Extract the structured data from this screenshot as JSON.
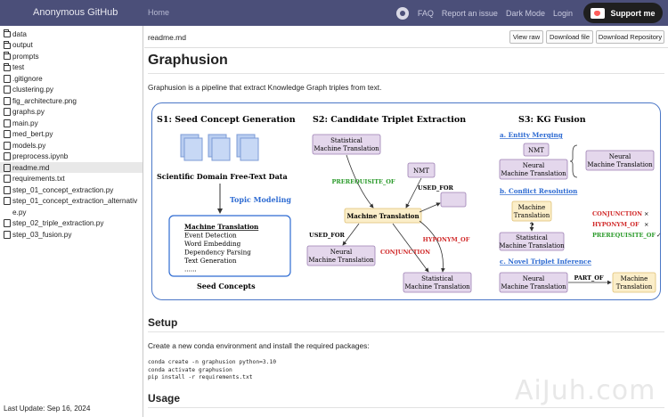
{
  "navbar": {
    "brand": "Anonymous GitHub",
    "home": "Home",
    "links": [
      "FAQ",
      "Report an issue",
      "Dark Mode",
      "Login"
    ],
    "support_label": "Support me"
  },
  "sidebar": {
    "items": [
      {
        "type": "folder",
        "label": "data"
      },
      {
        "type": "folder",
        "label": "output"
      },
      {
        "type": "folder",
        "label": "prompts"
      },
      {
        "type": "folder",
        "label": "test"
      },
      {
        "type": "file",
        "label": ".gitignore"
      },
      {
        "type": "file",
        "label": "clustering.py"
      },
      {
        "type": "file",
        "label": "fig_architecture.png"
      },
      {
        "type": "file",
        "label": "graphs.py"
      },
      {
        "type": "file",
        "label": "main.py"
      },
      {
        "type": "file",
        "label": "med_bert.py"
      },
      {
        "type": "file",
        "label": "models.py"
      },
      {
        "type": "file",
        "label": "preprocess.ipynb"
      },
      {
        "type": "file",
        "label": "readme.md",
        "active": true
      },
      {
        "type": "file",
        "label": "requirements.txt"
      },
      {
        "type": "file",
        "label": "step_01_concept_extraction.py"
      },
      {
        "type": "file",
        "label": "step_01_concept_extraction_alternativ"
      },
      {
        "type": "none",
        "label": "e.py"
      },
      {
        "type": "file",
        "label": "step_02_triple_extraction.py"
      },
      {
        "type": "file",
        "label": "step_03_fusion.py"
      }
    ],
    "last_update": "Last Update: Sep 16, 2024"
  },
  "toolbar": {
    "filename": "readme.md",
    "view_raw": "View raw",
    "download_file": "Download file",
    "download_repo": "Download Repository"
  },
  "content": {
    "title": "Graphusion",
    "intro": "Graphusion is a pipeline that extract Knowledge Graph triples from text.",
    "setup_heading": "Setup",
    "setup_text": "Create a new conda environment and install the required packages:",
    "code_lines": [
      "conda create -n graphusion python=3.10",
      "conda activate graphusion",
      "pip install -r requirements.txt"
    ],
    "usage_heading": "Usage",
    "watermark": "AiJuh.com"
  },
  "figure": {
    "s1_title": "S1: Seed Concept Generation",
    "s2_title": "S2: Candidate Triplet Extraction",
    "s3_title": "S3: KG Fusion",
    "s1_caption": "Scientific Domain Free-Text Data",
    "topic_modeling": "Topic Modeling",
    "seed_concepts": [
      "Machine Translation",
      "Event Detection",
      "Word Embedding",
      "Dependency Parsing",
      "Text Generation",
      "......"
    ],
    "seed_label": "Seed Concepts",
    "s2_nodes": {
      "smt": [
        "Statistical",
        "Machine Translation"
      ],
      "nmt": "NMT",
      "mt": "Machine Translation",
      "nmt_full": [
        "Neural",
        "Machine Translation"
      ],
      "smt2": [
        "Statistical",
        "Machine Translation"
      ]
    },
    "s2_edges": {
      "prereq": "PREREQUISITE_OF",
      "used_for1": "USED_FOR",
      "used_for2": "USED_FOR",
      "hyponym": "HYPONYM_OF",
      "conjunction": "CONJUNCTION"
    },
    "s3": {
      "a_title": "a. Entity Merging",
      "nmt": "NMT",
      "nmt_full": [
        "Neural",
        "Machine Translation"
      ],
      "nmt_full2": [
        "Neural",
        "Machine Translation"
      ],
      "b_title": "b. Conflict Resolution",
      "mt": [
        "Machine",
        "Translation"
      ],
      "q": "?",
      "smt": [
        "Statistical",
        "Machine Translation"
      ],
      "conflict": [
        "CONJUNCTION",
        "HYPONYM_OF",
        "PREREQUISITE_OF"
      ],
      "conflict_marks": [
        "×",
        "×",
        "✓"
      ],
      "c_title": "c. Novel Triplet Inference",
      "novel_head": [
        "Neural",
        "Machine Translation"
      ],
      "novel_rel": "PART_OF",
      "novel_tail": [
        "Machine",
        "Translation"
      ]
    }
  },
  "colors": {
    "nav_bg": "#4b4f79",
    "node_purple": "#e4d7ec",
    "node_purple_border": "#9c7fb3",
    "node_yellow": "#fbeec9",
    "node_yellow_border": "#e0c074",
    "blue_text": "#2e6bd2",
    "green_text": "#2a9a2a",
    "red_text": "#d12b2b",
    "frame": "#4b77c7"
  }
}
